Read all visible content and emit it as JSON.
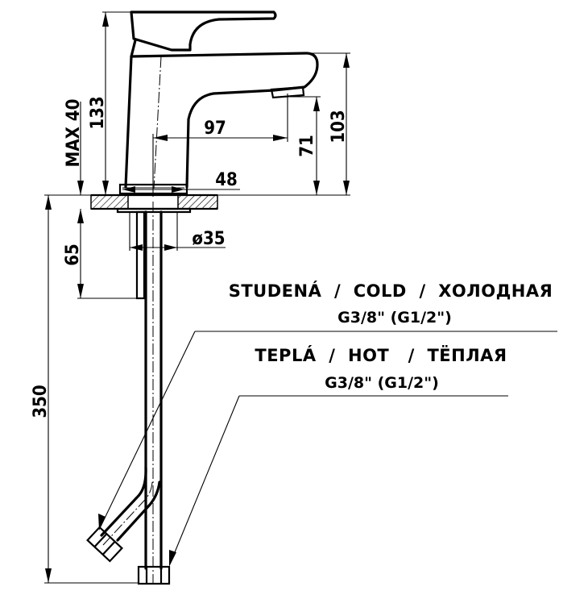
{
  "drawing": {
    "type": "technical-drawing",
    "subject": "basin mixer tap side elevation",
    "dimensions": {
      "overall_height": "133",
      "max_deck_thickness": "MAX 40",
      "spout_reach": "97",
      "body_base_diameter": "48",
      "spout_outlet_height": "71",
      "spout_top_height": "103",
      "shank_diameter": "ø35",
      "shank_length": "65",
      "hose_length": "350"
    },
    "labels": {
      "cold": {
        "title": "STUDENÁ  /  COLD  /  ХОЛОДНАЯ",
        "thread": "G3/8\" (G1/2\")"
      },
      "hot": {
        "title": "TEPLÁ  /  HOT   /  TЁПЛАЯ",
        "thread": "G3/8\" (G1/2\")"
      }
    },
    "colors": {
      "line": "#000000",
      "background": "#ffffff"
    }
  }
}
